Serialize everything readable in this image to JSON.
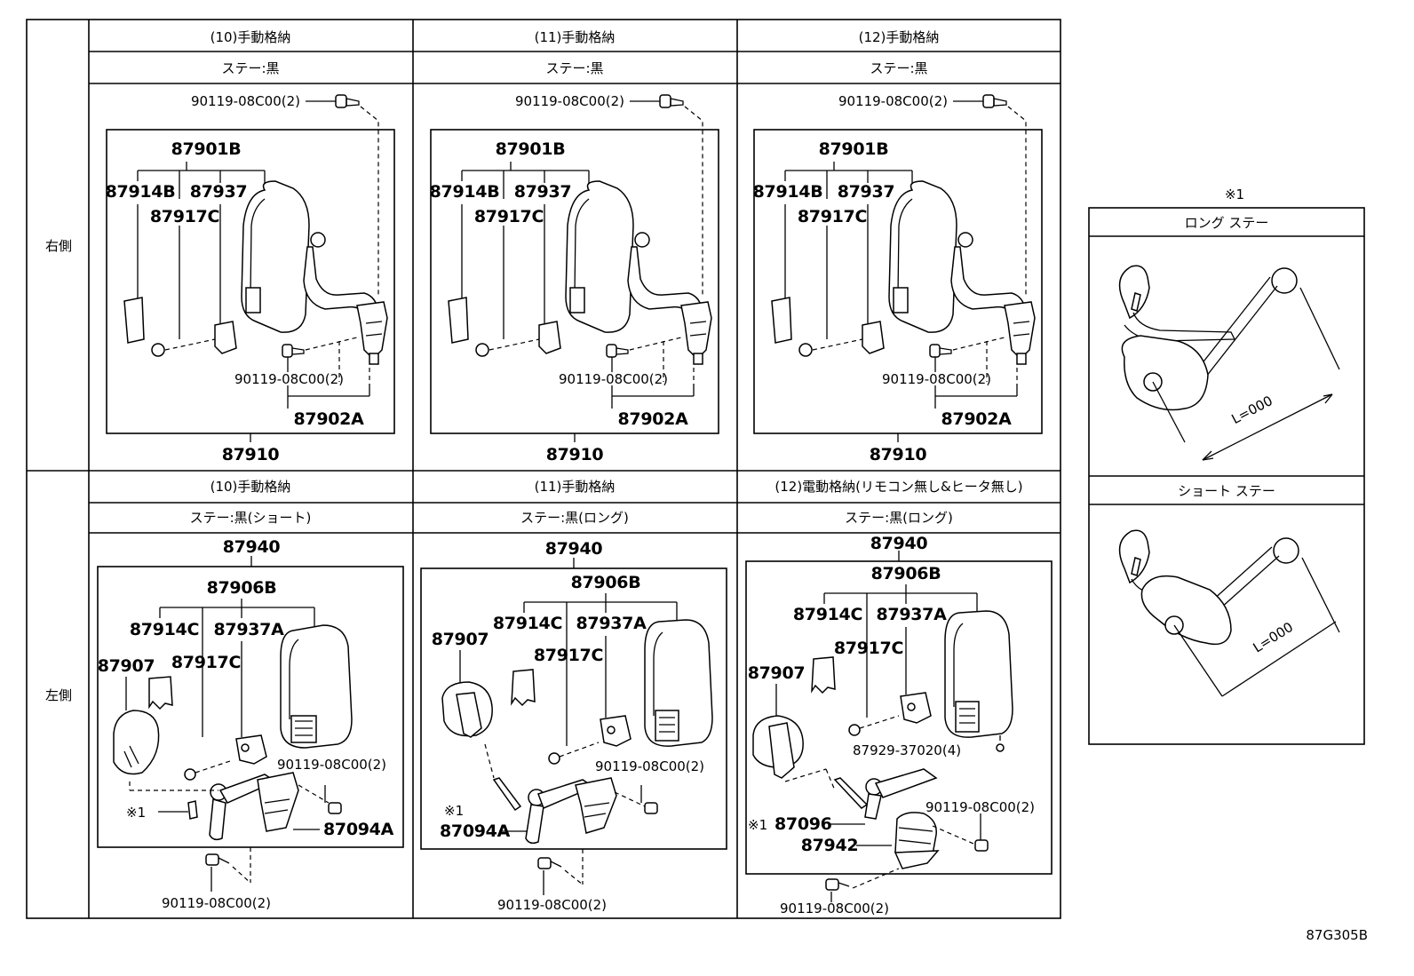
{
  "row_labels": {
    "right": "右側",
    "left": "左側"
  },
  "columns_top": [
    {
      "header": "(10)手動格納",
      "stay": "ステー:黒"
    },
    {
      "header": "(11)手動格納",
      "stay": "ステー:黒"
    },
    {
      "header": "(12)手動格納",
      "stay": "ステー:黒"
    }
  ],
  "columns_bottom": [
    {
      "header": "(10)手動格納",
      "stay": "ステー:黒(ショート)"
    },
    {
      "header": "(11)手動格納",
      "stay": "ステー:黒(ロング)"
    },
    {
      "header": "(12)電動格納(リモコン無し&ヒータ無し)",
      "stay": "ステー:黒(ロング)"
    }
  ],
  "right_panel": {
    "bolt_top": "90119-08C00(2)",
    "assembly": "87901B",
    "cover": "87914B",
    "glass": "87937",
    "holder": "87917C",
    "bolt_mid": "90119-08C00(2)",
    "bracket": "87902A",
    "mirror_asm": "87910"
  },
  "left_panels": [
    {
      "assembly_top": "87940",
      "assembly": "87906B",
      "cover": "87914C",
      "glass": "87937A",
      "under_mirror": "87907",
      "holder": "87917C",
      "bolt_right": "90119-08C00(2)",
      "note": "※1",
      "stay": "87094A",
      "bolt_bottom": "90119-08C00(2)"
    },
    {
      "assembly_top": "87940",
      "assembly": "87906B",
      "cover": "87914C",
      "glass": "87937A",
      "under_mirror": "87907",
      "holder": "87917C",
      "bolt_right": "90119-08C00(2)",
      "note": "※1",
      "stay": "87094A",
      "bolt_bottom": "90119-08C00(2)"
    },
    {
      "assembly_top": "87940",
      "assembly": "87906B",
      "cover": "87914C",
      "glass": "87937A",
      "under_mirror": "87907",
      "holder": "87917C",
      "screw": "87929-37020(4)",
      "bolt_right": "90119-08C00(2)",
      "note": "※1",
      "stay": "87096",
      "retractor": "87942",
      "bolt_bottom": "90119-08C00(2)"
    }
  ],
  "side_panel": {
    "note": "※1",
    "long_title": "ロング  ステー",
    "long_dim": "L=000",
    "short_title": "ショート  ステー",
    "short_dim": "L=000"
  },
  "figure_code": "87G305B"
}
